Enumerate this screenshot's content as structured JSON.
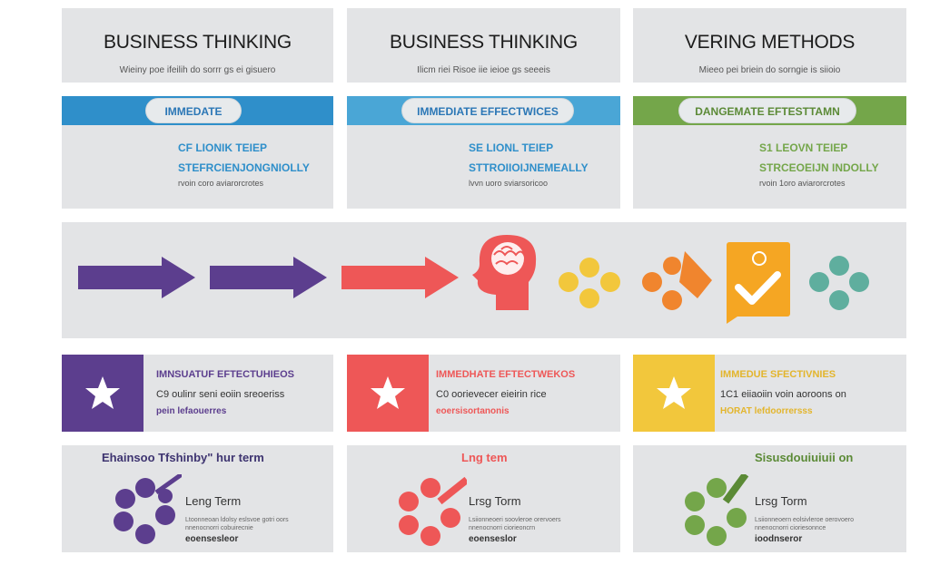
{
  "colors": {
    "purple": "#5c3e8e",
    "red": "#ee5757",
    "yellow": "#f2c73c",
    "blue": "#2f8fca",
    "lightblue": "#4aa6d6",
    "green": "#74a64a",
    "orange": "#f0852e",
    "teal": "#5fae9e",
    "panel": "#e3e4e6"
  },
  "row1": [
    {
      "title": "BUSINESS THINKING",
      "subtitle": "Wieiny poe ifeilih do sorrr gs ei gisuero"
    },
    {
      "title": "BUSINESS THINKING",
      "subtitle": "Ilicm riei Risoe iie ieioe gs seeeis"
    },
    {
      "title": "VERING METHODS",
      "subtitle": "Mieeo pei briein do sorngie is siioio"
    }
  ],
  "row2": [
    {
      "pill": "IMMEDATE",
      "line1": "CF LIONIK TEIEP",
      "line2": "STEFRCIENJONGNIOLLY",
      "small": "rvoin coro aviarorcrotes"
    },
    {
      "pill": "IMMEDIATE EFFECTWICES",
      "line1": "SE LIONL TEIEP",
      "line2": "STTROIIOIJNEMEALLY",
      "small": "lvvn uoro sviarsoricoo"
    },
    {
      "pill": "DANGEMATE EFTESTTAMN",
      "line1": "S1 LEOVN TEIEP",
      "line2": "STRCEOEIJN INDOLLY",
      "small": "rvoin 1oro aviarorcrotes"
    }
  ],
  "flow": {
    "icons": [
      "arrow-purple-1",
      "arrow-purple-2",
      "arrow-red",
      "head-brain",
      "yellow-dots",
      "orange-dots",
      "check-speech",
      "teal-dots"
    ]
  },
  "row4": [
    {
      "t1": "IMNSUATUF EFTECTUHIEOS",
      "t2": "C9 oulinr seni eoiin sreoeriss",
      "t3": "pein lefaouerres"
    },
    {
      "t1": "IMMEDHATE EFTECTWEKOS",
      "t2": "C0 oorievecer eieirin rice",
      "t3": "eoersisortanonis"
    },
    {
      "t1": "IMMEDUE SFECTIVNIES",
      "t2": "1C1 eiiaoiin voin aoroons on",
      "t3": "HORAT lefdoorrersss"
    }
  ],
  "row5": [
    {
      "title": "Ehainsoo Tfshinby\" hur term",
      "label": "Leng Term",
      "desc1": "Ltoonneoan ldolsy eslsvoe gotri oors",
      "desc2": "nnenocnorri cobuirecnie",
      "foot": "eoensesleor"
    },
    {
      "title": "Lng tem",
      "label": "Lrsg Torm",
      "desc1": "Lsiionneoeri soovleroe orervoers",
      "desc2": "nnenocnorri ciorieoncrn",
      "foot": "eoenseslor"
    },
    {
      "title": "Sisusdouiuiuii on",
      "label": "Lrsg Torm",
      "desc1": "Lsiionneoern eolsivleroe oerovoero",
      "desc2": "nnenocnorri cioriesonnce",
      "foot": "ioodnseror"
    }
  ]
}
